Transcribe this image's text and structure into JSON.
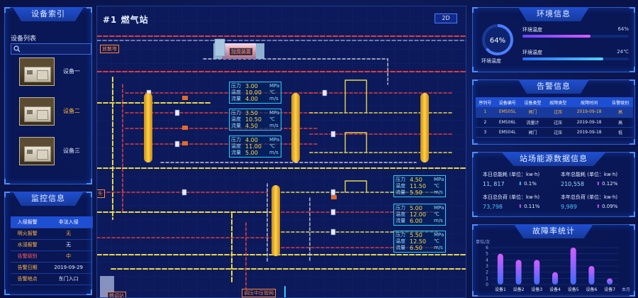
{
  "device_index": {
    "title": "设备索引",
    "list_label": "设备列表",
    "search_placeholder": "",
    "items": [
      {
        "name": "设备一",
        "active": false
      },
      {
        "name": "设备二",
        "active": true
      },
      {
        "name": "设备三",
        "active": false
      }
    ]
  },
  "monitor": {
    "title": "监控信息",
    "header": [
      "入侵报警",
      "非法入侵"
    ],
    "rows": [
      {
        "key": "明火报警",
        "value": "无"
      },
      {
        "key": "水浸报警",
        "value": "无"
      },
      {
        "key": "告警级别",
        "value": "中"
      },
      {
        "key": "告警日期",
        "value": "2019-09-29"
      },
      {
        "key": "告警地点",
        "value": "东门入口"
      }
    ]
  },
  "center": {
    "title": "#1 燃气站",
    "view_button": "2D",
    "tags": [
      "放散塔",
      "加臭装置",
      "调压中压管网",
      "热调站",
      "头"
    ],
    "readings": [
      {
        "p": "3.00",
        "t": "10.00",
        "f": "4.00"
      },
      {
        "p": "3.50",
        "t": "10.50",
        "f": "4.50"
      },
      {
        "p": "4.00",
        "t": "11.00",
        "f": "5.00"
      },
      {
        "p": "4.50",
        "t": "11.50",
        "f": "5.50"
      },
      {
        "p": "5.00",
        "t": "12.00",
        "f": "6.00"
      },
      {
        "p": "5.50",
        "t": "12.50",
        "f": "6.50"
      }
    ],
    "reading_labels": {
      "p": "压力",
      "t": "温度",
      "f": "流量"
    },
    "reading_units": {
      "p": "MPa",
      "t": "℃",
      "f": "m/s"
    }
  },
  "environment": {
    "title": "环境信息",
    "gauge_value": "64%",
    "gauge_fraction": 0.64,
    "gauge_label": "环境温度",
    "rows": [
      {
        "label": "环境温度",
        "value": "64%",
        "fraction": 0.64
      },
      {
        "label": "环境温度",
        "value": "24℃",
        "fraction": 0.76
      }
    ]
  },
  "alarms": {
    "title": "告警信息",
    "header": [
      "序列号",
      "设备编号",
      "设备类型",
      "故障类型",
      "故障时间",
      "告警级别"
    ],
    "rows": [
      [
        "1",
        "EM505L",
        "阀门",
        "过压",
        "2019-09-18",
        "高"
      ],
      [
        "2",
        "EM506L",
        "流量计",
        "过压",
        "2019-09-18",
        "高"
      ],
      [
        "3",
        "EM504L",
        "阀门",
        "过压",
        "2019-09-18",
        "低"
      ]
    ]
  },
  "energy": {
    "title": "站场能源数据信息",
    "cells": [
      {
        "label": "本日总能耗  (单位：kw·h)",
        "value": "11, 817",
        "change": "0.1%",
        "dir": "down"
      },
      {
        "label": "本年总能耗  (单位：kw·h)",
        "value": "210,558",
        "change": "0.12%",
        "dir": "up"
      },
      {
        "label": "本日总负荷  (单位：kw·h)",
        "value": "73,798",
        "change": "0.11%",
        "dir": "up"
      },
      {
        "label": "本年总负荷  (单位：kw·h)",
        "value": "9,989",
        "change": "0.09%",
        "dir": "up"
      }
    ]
  },
  "failure": {
    "title": "故障率统计",
    "unit": "单位/次",
    "chart_data": {
      "type": "bar",
      "categories": [
        "设备1",
        "设备2",
        "设备3",
        "设备4",
        "设备5",
        "设备6",
        "设备7"
      ],
      "values": [
        5,
        4,
        4,
        2,
        6,
        3,
        1
      ],
      "ylim": [
        0,
        6
      ],
      "yticks": [
        0,
        1,
        2,
        3,
        4,
        5,
        6
      ],
      "period": "本月"
    }
  },
  "colors": {
    "accent": "#1e4fd2",
    "warn": "#ffb640",
    "pipe_red": "#e23b3b",
    "pipe_yellow": "#e9d64a",
    "tank": "#f2b82a"
  }
}
